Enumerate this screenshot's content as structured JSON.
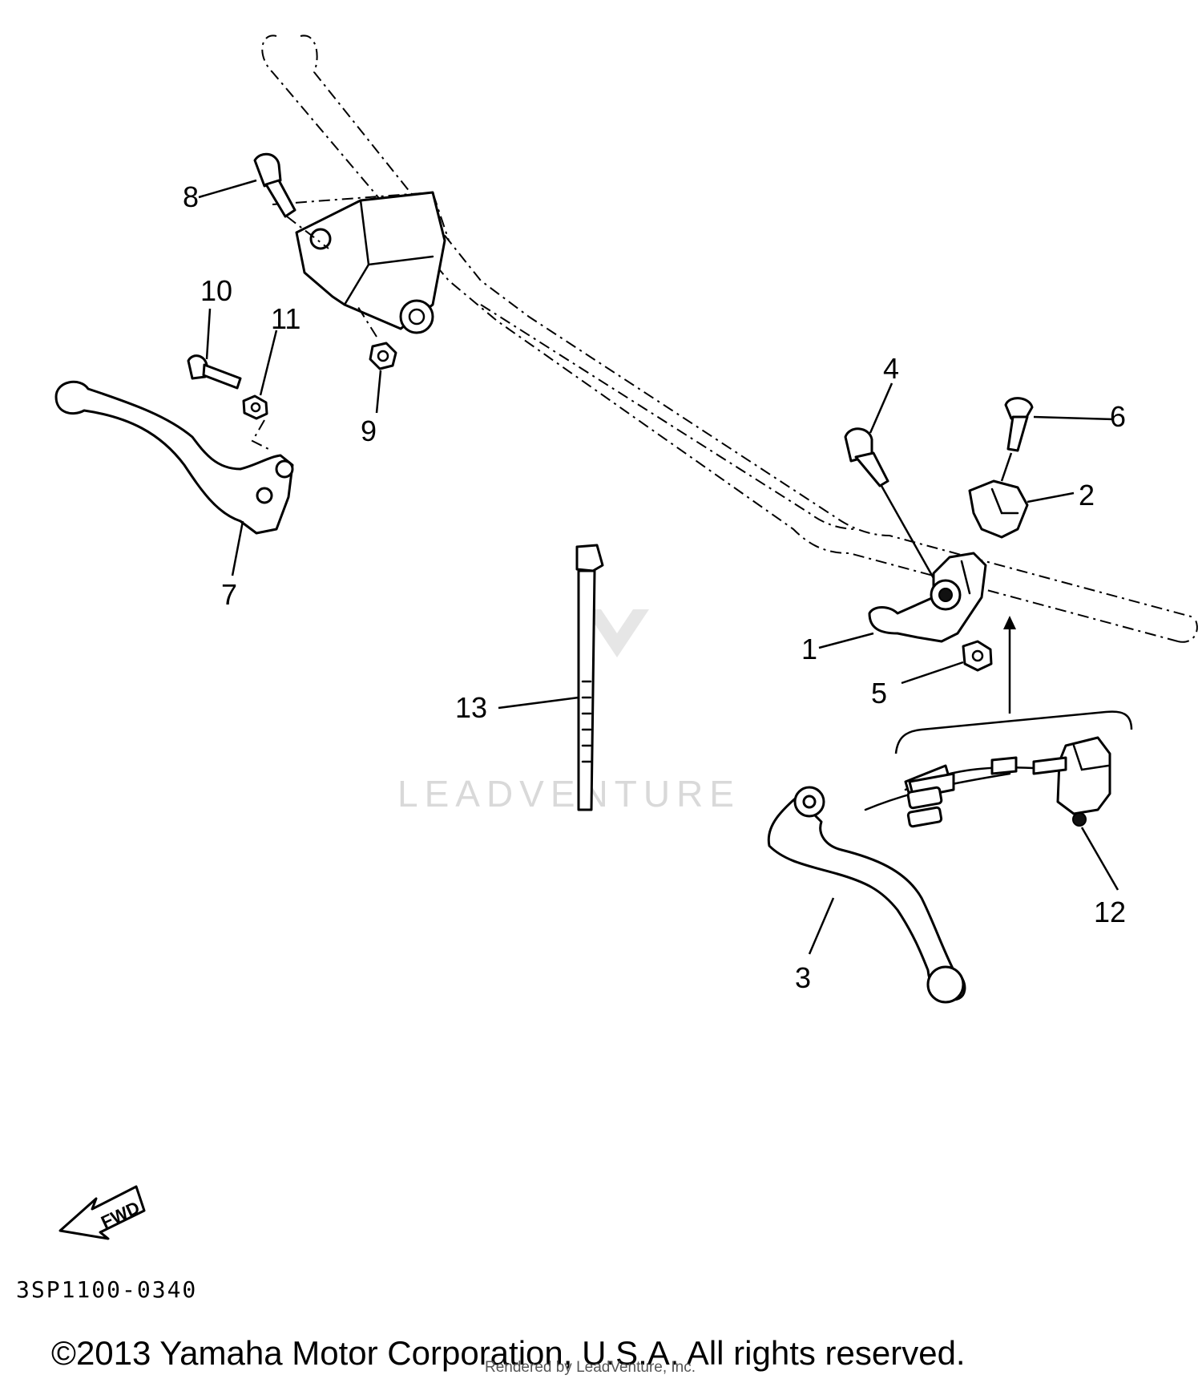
{
  "diagram": {
    "callouts": [
      "1",
      "2",
      "3",
      "4",
      "5",
      "6",
      "7",
      "8",
      "9",
      "10",
      "11",
      "12",
      "13"
    ],
    "fwd_label": "FWD",
    "code": "3SP1100-0340",
    "watermark": "LEADVENTURE"
  },
  "footer": {
    "copyright": "©2013 Yamaha Motor Corporation, U.S.A. All rights reserved.",
    "rendered_by": "Rendered by LeadVenture, Inc."
  }
}
